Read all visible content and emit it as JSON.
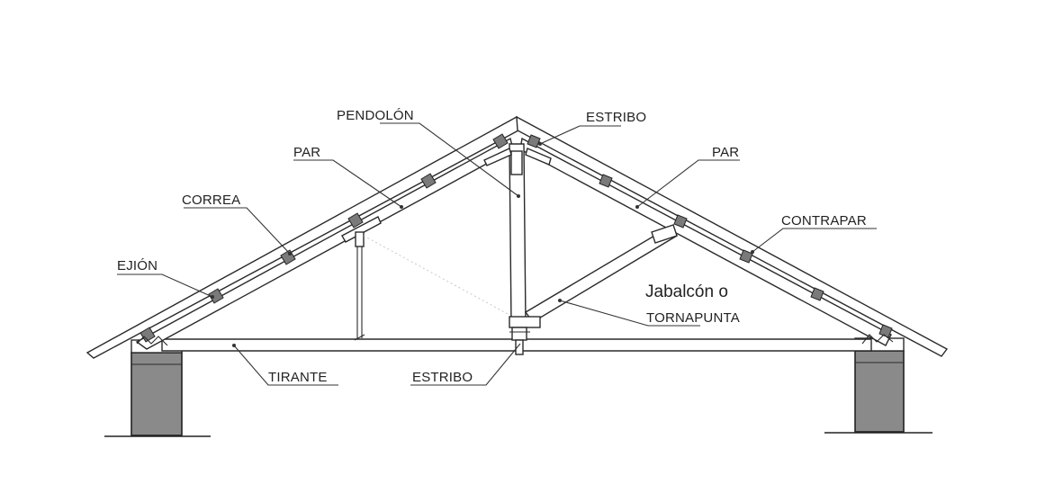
{
  "labels": {
    "pendolon": "PENDOLÓN",
    "estribo_top": "ESTRIBO",
    "par_left": "PAR",
    "par_right": "PAR",
    "correa": "CORREA",
    "contrapar": "CONTRAPAR",
    "ejion": "EJIÓN",
    "jabalcon_line1": "Jabalcón o",
    "jabalcon_line2": "TORNAPUNTA",
    "tirante": "TIRANTE",
    "estribo_bottom": "ESTRIBO"
  },
  "colors": {
    "line": "#2a2a2a",
    "purlin_fill": "#7a7a7a",
    "wall_fill": "#8a8a8a",
    "background": "#ffffff"
  }
}
